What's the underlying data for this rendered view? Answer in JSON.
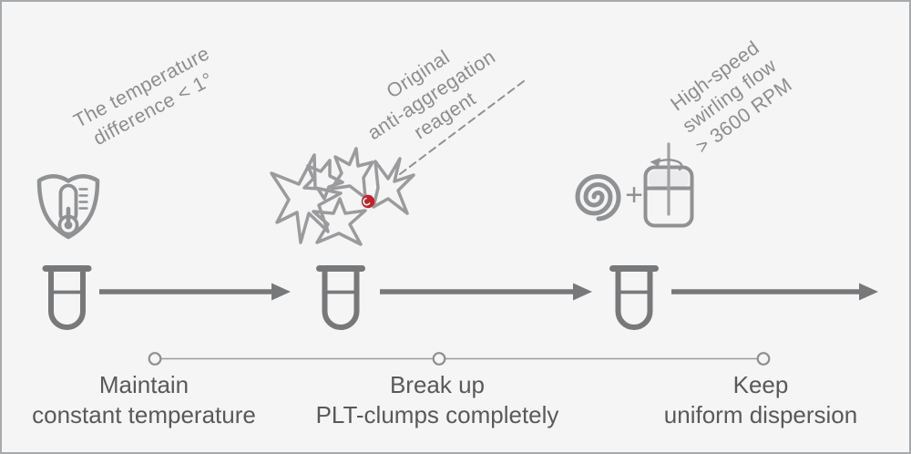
{
  "annotations": {
    "temperature": {
      "lines": [
        "The temperature",
        "difference < 1°"
      ]
    },
    "reagent": {
      "lines": [
        "Original",
        "anti-aggregation",
        "reagent"
      ]
    },
    "swirl": {
      "lines": [
        "High-speed",
        "swirling flow",
        "> 3600 RPM"
      ]
    }
  },
  "steps": [
    {
      "lines": [
        "Maintain",
        "constant temperature"
      ]
    },
    {
      "lines": [
        "Break up",
        "PLT-clumps completely"
      ]
    },
    {
      "lines": [
        "Keep",
        "uniform dispersion"
      ]
    }
  ],
  "icons": {
    "plus_sign": "+",
    "names": [
      "shield-thermometer-icon",
      "platelet-clump-icon",
      "red-reagent-dot",
      "spiral-icon",
      "stirred-beaker-icon",
      "test-tube-icon",
      "right-arrow-icon",
      "rotation-arrow-icon"
    ]
  },
  "colors": {
    "background": "#f5f5f6",
    "border": "#a7aaac",
    "icon_gray": "#8f9193",
    "tube_arrow_gray": "#77787a",
    "clump_gray": "#9b9b9d",
    "annotation_text": "#8d8d8f",
    "label_text": "#58595b",
    "timeline_gray": "#94959",
    "reagent_dot_red": "#c32127"
  }
}
